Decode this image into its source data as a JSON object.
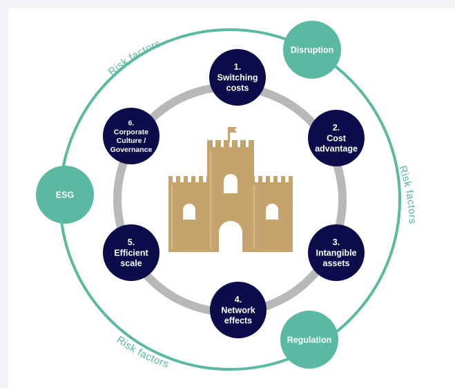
{
  "colors": {
    "background": "#f2f4f8",
    "panel": "#ffffff",
    "outer_ring": "#5ab9a0",
    "inner_ring": "#b8b8b8",
    "moat_node": "#0c0c4a",
    "risk_node": "#5ab9a0",
    "castle": "#c4a46c"
  },
  "risk_label": "Risk factors",
  "castle_icon": "castle-icon",
  "moats": [
    {
      "number": "1.",
      "lines": [
        "Switching",
        "costs"
      ]
    },
    {
      "number": "2.",
      "lines": [
        "Cost",
        "advantage"
      ]
    },
    {
      "number": "3.",
      "lines": [
        "Intangible",
        "assets"
      ]
    },
    {
      "number": "4.",
      "lines": [
        "Network",
        "effects"
      ]
    },
    {
      "number": "5.",
      "lines": [
        "Efficient",
        "scale"
      ]
    },
    {
      "number": "6.",
      "lines": [
        "Corporate",
        "Culture /",
        "Governance"
      ]
    }
  ],
  "risks": [
    {
      "label": "Disruption"
    },
    {
      "label": "ESG"
    },
    {
      "label": "Regulation"
    }
  ]
}
